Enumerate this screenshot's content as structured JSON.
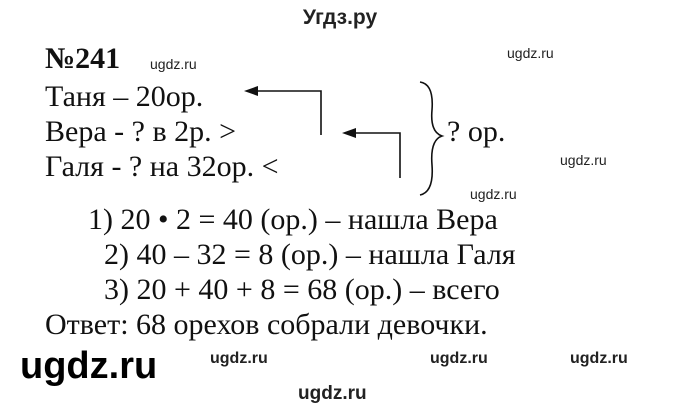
{
  "header": "Угдз.ру",
  "task_number": "№241",
  "condition": [
    "Таня – 20ор.",
    "Вера - ? в 2р. >",
    "Галя - ? на 32ор. <"
  ],
  "question": "? ор.",
  "steps": [
    "1) 20 • 2 = 40 (ор.) – нашла Вера",
    "2) 40 – 32 = 8 (ор.) – нашла Галя",
    "3) 20 + 40 + 8 = 68 (ор.) – всего"
  ],
  "answer": "Ответ: 68 орехов собрали девочки.",
  "watermark": "ugdz.ru"
}
